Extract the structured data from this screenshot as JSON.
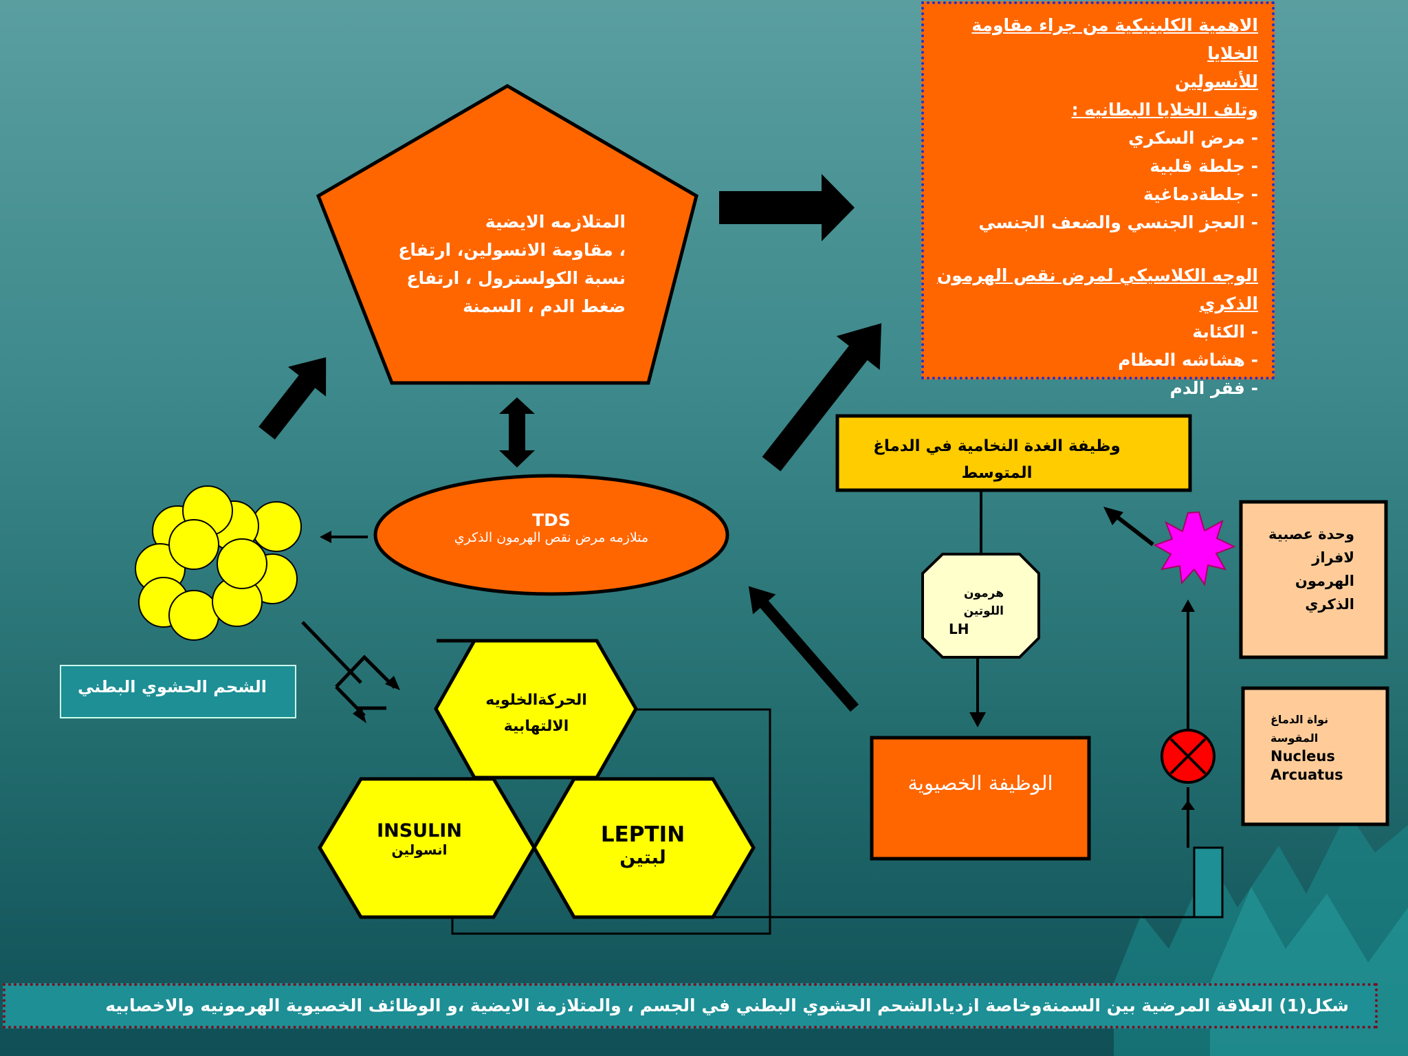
{
  "clinical": {
    "title_line1": "الاهمية الكلينيكية من جراء مقاومة الخلايا",
    "title_line2": "للأنسولين",
    "title_line3": "وتلف الخلايا البطانيه :",
    "items1": [
      "- مرض السكري",
      "- جلطة قلبية",
      "- جلطةدماغية",
      "- العجز الجنسي والضعف الجنسي"
    ],
    "title2_line1": "الوجه الكلاسيكي لمرض نقص الهرمون",
    "title2_line2": "الذكري",
    "items2": [
      "- الكئابة",
      "- هشاشه العظام",
      "- فقر الدم"
    ]
  },
  "pentagon": {
    "lines": [
      "المتلازمه الايضية",
      "، مقاومة الانسولين، ارتفاع",
      "نسبة الكولسترول ، ارتفاع",
      "ضغط الدم  ، السمنة"
    ]
  },
  "tds": {
    "title": "TDS",
    "subtitle": "متلازمه مرض نقص الهرمون الذكري"
  },
  "fat_label": "الشحم  الحشوي البطني",
  "pituitary": {
    "line1": "وظيفة الغدة النخامية في الدماغ",
    "line2": "المتوسط"
  },
  "lh": {
    "line1": "هرمون",
    "line2": "اللوتين",
    "line3": "LH"
  },
  "testicular": "الوظيفة الخصيوية",
  "neural_unit": {
    "lines": [
      "وحدة عصبية",
      "لافراز",
      "الهرمون",
      "الذكري"
    ]
  },
  "nucleus": {
    "line1": "نواة الدماغ",
    "line2": "المقوسة",
    "line3": "Nucleus",
    "line4": "Arcuatus"
  },
  "hex_inflammatory": {
    "line1": "الحركةالخلويه",
    "line2": "الالتهابية"
  },
  "hex_insulin": {
    "en": "INSULIN",
    "ar": "انسولين"
  },
  "hex_leptin": {
    "en": "LEPTIN",
    "ar": "لبتين"
  },
  "caption": "شكل(1)  العلاقة المرضية بين السمنةوخاصة ازديادالشحم الحشوي البطني في الجسم ، والمتلازمة الايضية ،و الوظائف الخصيوية الهرمونيه والاخصابيه",
  "colors": {
    "orange": "#ff6600",
    "yellow": "#ffff00",
    "gold": "#ffcc00",
    "peach": "#ffcc99",
    "pale_yellow": "#ffffcc",
    "magenta": "#ff00ff",
    "red": "#ff0000"
  }
}
